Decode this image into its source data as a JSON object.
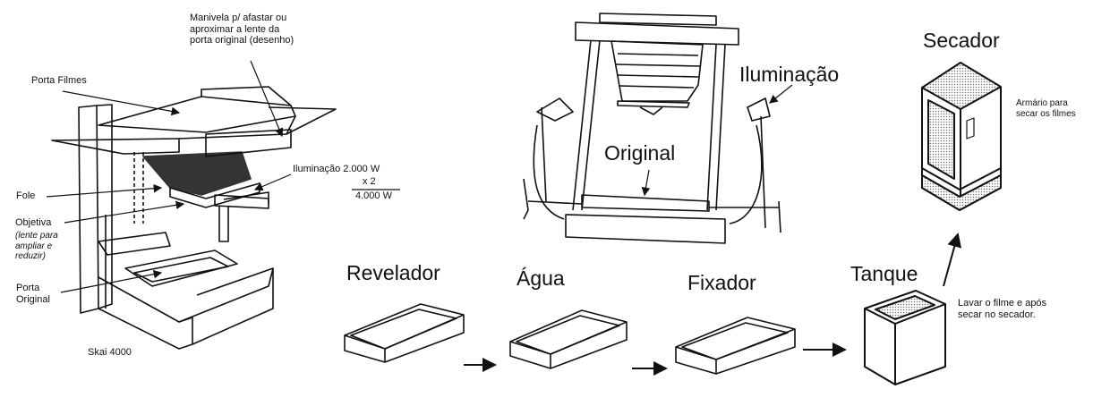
{
  "machine": {
    "model": "Skai 4000",
    "labels": {
      "manivela": [
        "Manivela p/ afastar ou",
        "aproximar a lente da",
        "porta original (desenho)"
      ],
      "porta_filmes": "Porta Filmes",
      "iluminacao": "Iluminação 2.000 W",
      "multiplier": "x   2",
      "total": "4.000 W",
      "fole": "Fole",
      "objetiva": "Objetiva",
      "objetiva_note": [
        "(lente para",
        "ampliar e",
        "reduzir)"
      ],
      "porta_original": [
        "Porta",
        "Original"
      ]
    }
  },
  "copy_camera": {
    "iluminacao": "Iluminação",
    "original": "Original"
  },
  "process": {
    "steps": [
      "Revelador",
      "Água",
      "Fixador",
      "Tanque",
      "Secador"
    ],
    "tanque_note": [
      "Lavar o filme e após",
      "secar no secador."
    ],
    "secador_note": [
      "Armário para",
      "secar os filmes"
    ]
  }
}
